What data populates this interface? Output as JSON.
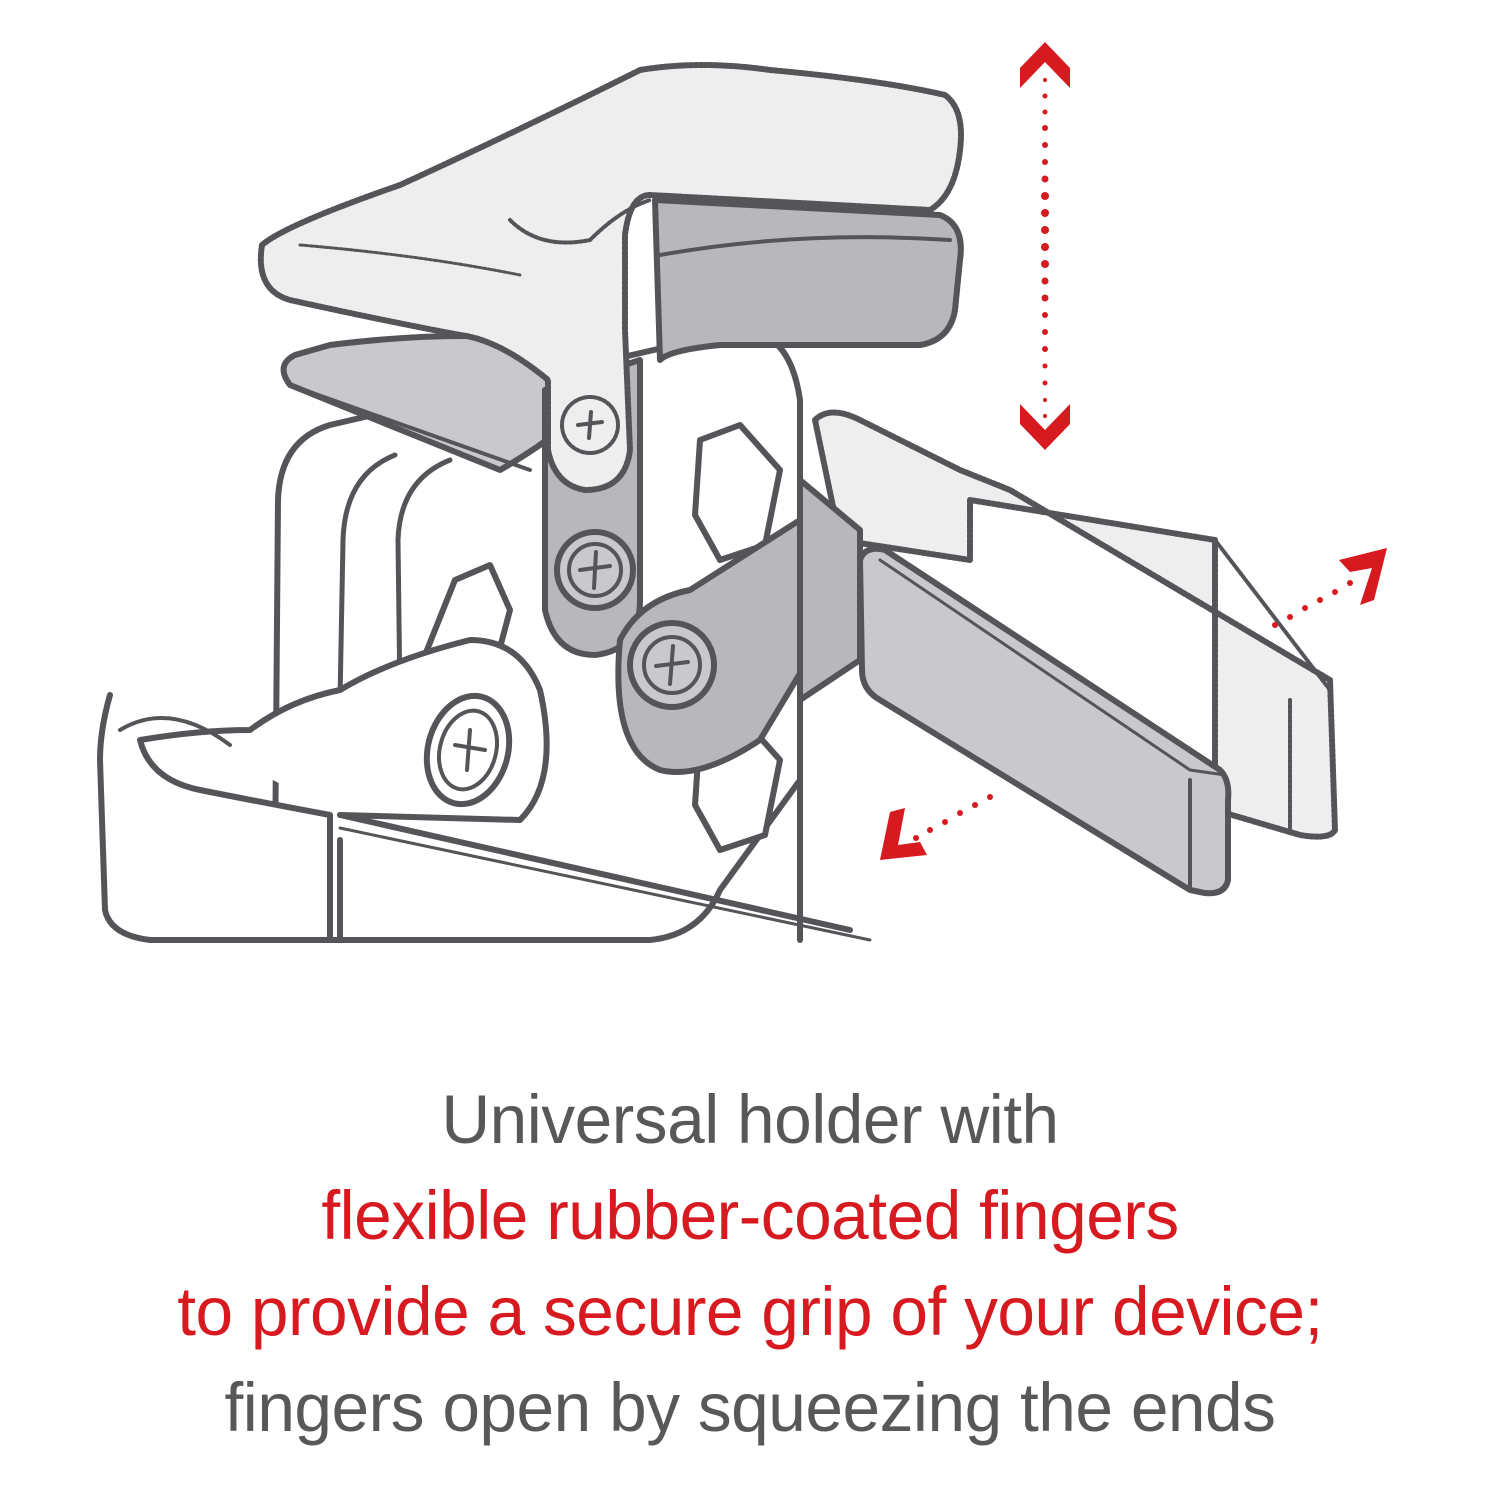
{
  "colors": {
    "caption_gray": "#58585a",
    "caption_red": "#d71920",
    "arrow_red": "#d71920",
    "outline": "#555559",
    "fill_light": "#eeeeef",
    "fill_mid": "#c9c9cc"
  },
  "illustration": {
    "subject": "universal device holder with clamping fingers",
    "arrows": [
      {
        "name": "vertical-adjust-arrow",
        "direction": "up-down"
      },
      {
        "name": "horizontal-adjust-arrow",
        "direction": "diagonal-in-out"
      }
    ]
  },
  "caption": {
    "lines": [
      {
        "text": "Universal holder with",
        "color": "gray"
      },
      {
        "text": "flexible rubber-coated fingers",
        "color": "red"
      },
      {
        "text": "to provide a secure grip of your device;",
        "color": "red"
      },
      {
        "text": "fingers open by squeezing the ends",
        "color": "gray"
      }
    ]
  }
}
